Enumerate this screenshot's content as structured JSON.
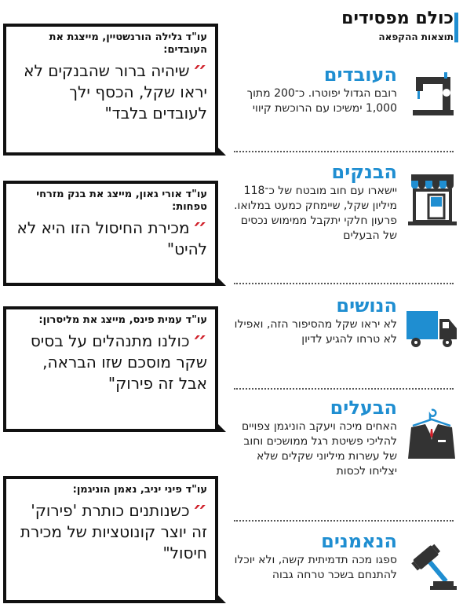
{
  "header": {
    "title": "כולם מפסידים",
    "subtitle": "תוצאות ההקפאה"
  },
  "sections": [
    {
      "title": "העובדים",
      "text": "רובם הגדול יפוטרו. כ־200 מתוך 1,000 ימשיכו עם הרוכשת קיווי",
      "icon": "sewing-machine-icon"
    },
    {
      "title": "הבנקים",
      "text": "יישארו עם חוב מובטח של כ־118 מיליון שקל, שיימחק כמעט במלואו. פרעון חלקי יתקבל ממימוש נכסים של הבעלים",
      "icon": "store-icon"
    },
    {
      "title": "הנושים",
      "text": "לא יראו שקל מהסיפור הזה, ואפילו לא טרחו להגיע לדיון",
      "icon": "truck-icon"
    },
    {
      "title": "הבעלים",
      "text": "האחים מיכה ויעקב הוניגמן צפויים להליכי פשיטת רגל ממושכים וחוב של עשרות מיליוני שקלים שלא יצליחו לכסות",
      "icon": "suit-hanger-icon"
    },
    {
      "title": "הנאמנים",
      "text": "ספגו מכה תדמיתית קשה, ולא יוכלו להתנחם בשכר טרחה גבוה",
      "icon": "gavel-icon"
    }
  ],
  "quotes": [
    {
      "speaker": "עו\"ד גלילה הורנשטיין, מייצגת את העובדים:",
      "text": "שיהיה ברור שהבנקים לא יראו שקל, הכסף ילך לעובדים בלבד\""
    },
    {
      "speaker": "עו\"ד אורי גאון, מייצג את בנק מזרחי טפחות:",
      "text": "מכירת החיסול הזו היא לא להיט\""
    },
    {
      "speaker": "עו\"ד עמית פינס, מייצג את מליסרון:",
      "text": "כולנו מתנהלים על בסיס שקר מוסכם שזו הבראה, אבל זה פירוק\""
    },
    {
      "speaker": "עו\"ד פיני יניב, נאמן הוניגמן:",
      "text": "כשנותנים כותרת 'פירוק' זה יוצר קונוטציות של מכירת חיסול\""
    }
  ],
  "quote_mark": "״",
  "colors": {
    "accent": "#1f8ed1",
    "quote_mark": "#d0202a",
    "border": "#111111"
  }
}
